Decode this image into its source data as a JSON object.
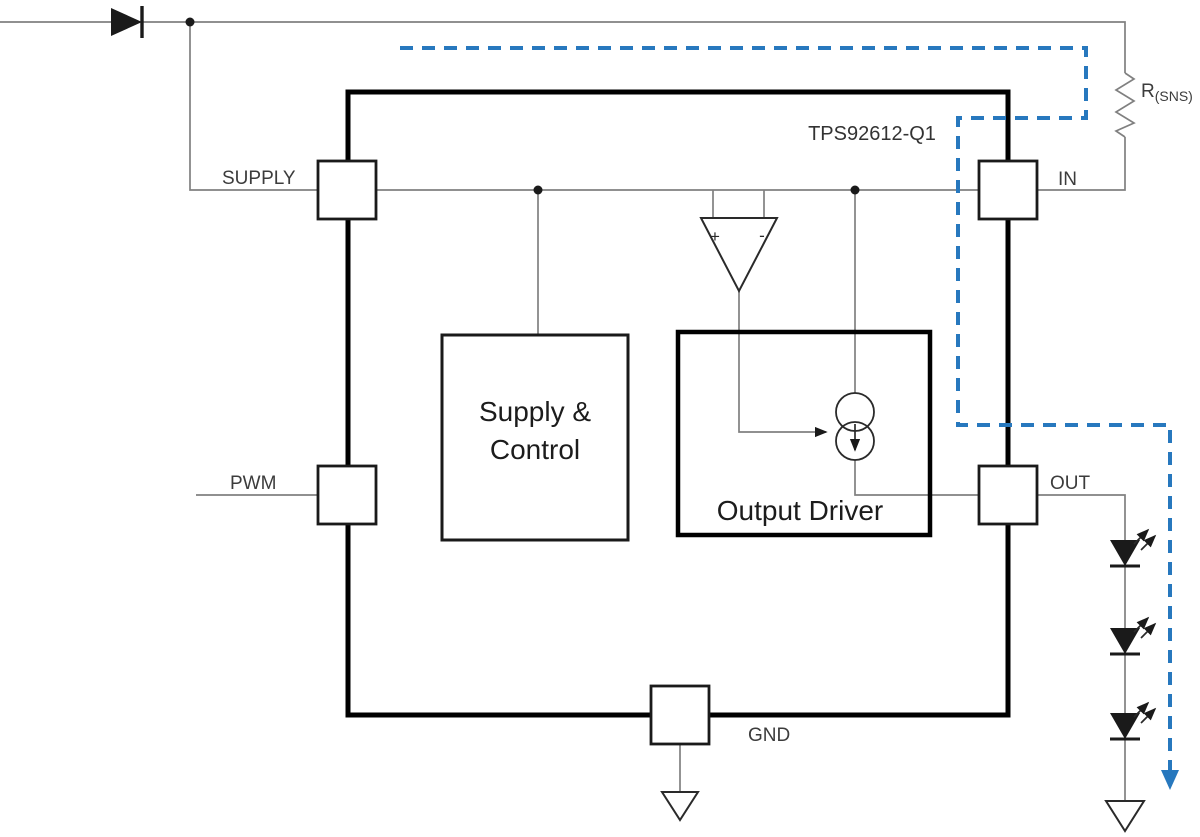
{
  "diagram": {
    "part_number": "TPS92612-Q1",
    "pins": {
      "supply": "SUPPLY",
      "pwm": "PWM",
      "in": "IN",
      "out": "OUT",
      "gnd": "GND"
    },
    "blocks": {
      "supply_control": {
        "line1": "Supply &",
        "line2": "Control"
      },
      "output_driver": "Output Driver"
    },
    "comparator": {
      "plus": "+",
      "minus": "-"
    },
    "resistor": {
      "name": "R",
      "subscript": "(SNS)"
    },
    "colors": {
      "wire": "#808080",
      "outline": "#000000",
      "current_path": "#2778be",
      "text": "#3c3c3c"
    }
  }
}
